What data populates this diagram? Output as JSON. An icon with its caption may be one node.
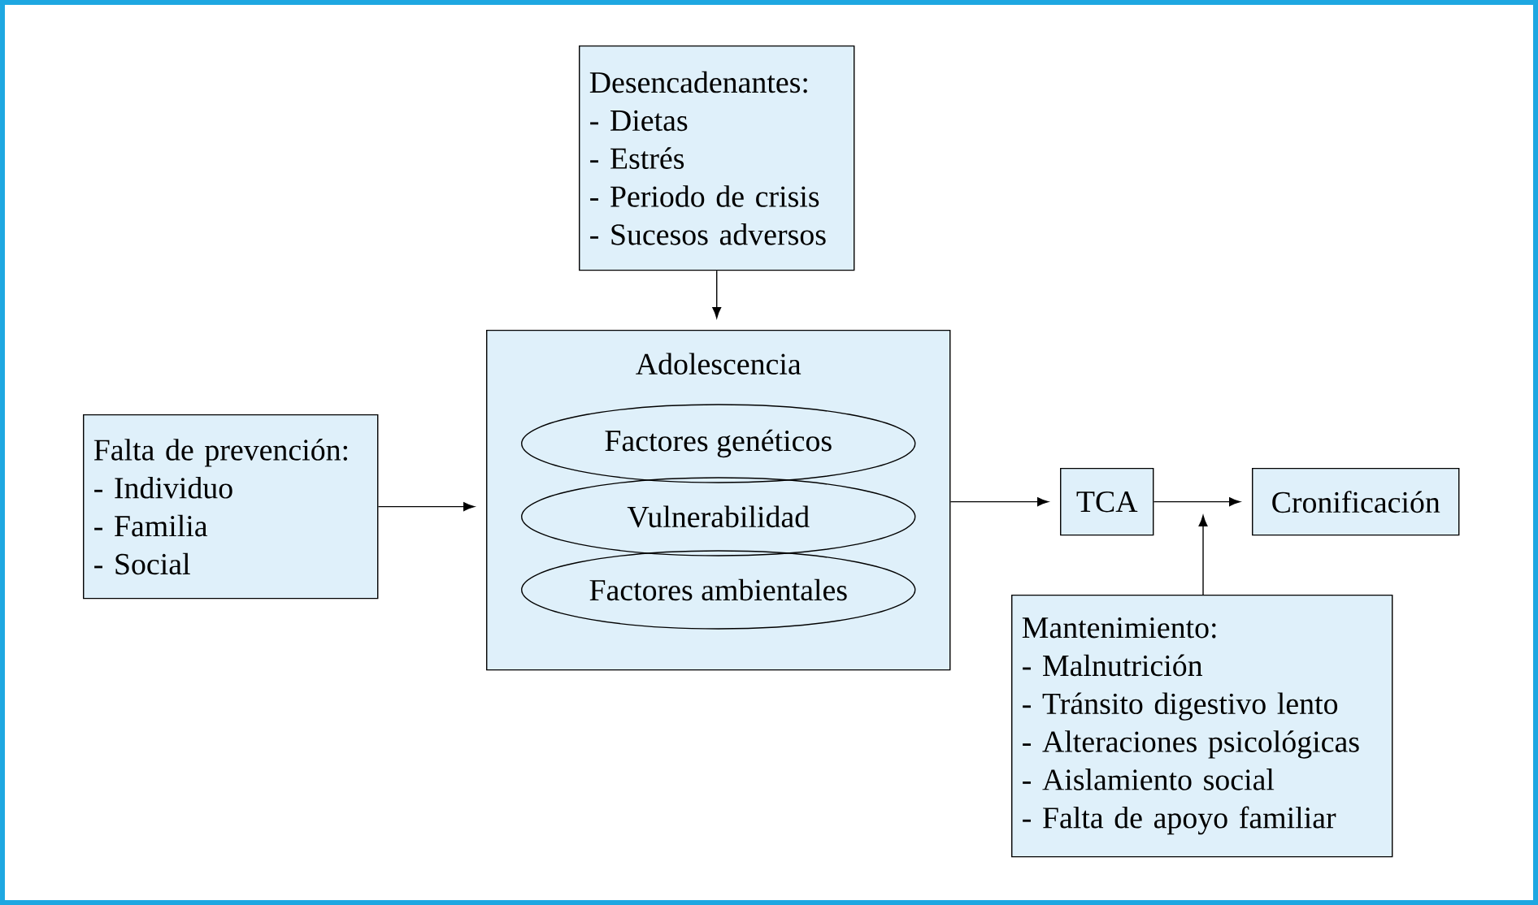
{
  "diagram": {
    "nodes": [
      {
        "text": [
          "Desencadenantes:",
          "- Dietas",
          "- Estrés",
          "- Periodo de crisis",
          "- Sucesos adversos"
        ]
      },
      {
        "text": [
          "Falta de prevención:",
          "- Individuo",
          "- Familia",
          "- Social"
        ]
      },
      {
        "text": [
          "Adolescencia"
        ]
      },
      {
        "text": [
          "Factores genéticos"
        ],
        "in": 2
      },
      {
        "text": [
          "Vulnerabilidad"
        ],
        "in": 2
      },
      {
        "text": [
          "Factores ambientales"
        ],
        "in": 2
      },
      {
        "text": [
          "TCA"
        ]
      },
      {
        "text": [
          "Cronificación"
        ]
      },
      {
        "text": [
          "Mantenimiento:",
          "- Malnutrición",
          "- Tránsito digestivo lento",
          "- Alteraciones psicológicas",
          "- Aislamiento social",
          "- Falta de apoyo familiar"
        ]
      }
    ],
    "edges": [
      {
        "from": 0,
        "to": 2,
        "arrow": "to"
      },
      {
        "from": 1,
        "to": 2,
        "arrow": "to"
      },
      {
        "from": 2,
        "to": 6,
        "arrow": "to"
      },
      {
        "from": 6,
        "to": 7,
        "arrow": "to"
      },
      {
        "from": 8,
        "to": null,
        "arrow": "to"
      }
    ]
  }
}
